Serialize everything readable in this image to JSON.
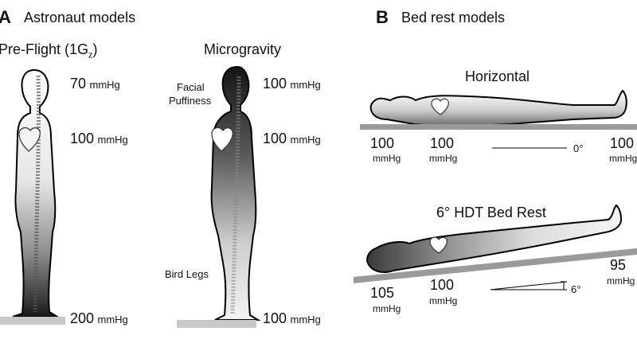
{
  "panel_a": {
    "letter": "A",
    "title": "Astronaut models",
    "left_title_prefix": "Pre-Flight (1G",
    "left_title_sub": "z",
    "left_title_suffix": ")",
    "right_title": "Microgravity",
    "left_pressures": [
      {
        "value": "70",
        "unit": "mmHg"
      },
      {
        "value": "100",
        "unit": "mmHg"
      },
      {
        "value": "200",
        "unit": "mmHg"
      }
    ],
    "right_pressures": [
      {
        "value": "100",
        "unit": "mmHg"
      },
      {
        "value": "100",
        "unit": "mmHg"
      },
      {
        "value": "100",
        "unit": "mmHg"
      }
    ],
    "facial_label_line1": "Facial",
    "facial_label_line2": "Puffiness",
    "bird_legs_label": "Bird Legs"
  },
  "panel_b": {
    "letter": "B",
    "title": "Bed rest models",
    "horizontal": {
      "title": "Horizontal",
      "pressures": [
        {
          "value": "100",
          "unit": "mmHg"
        },
        {
          "value": "100",
          "unit": "mmHg"
        },
        {
          "value": "100",
          "unit": "mmHg"
        }
      ],
      "angle_label": "0°"
    },
    "hdt": {
      "title": "6° HDT Bed Rest",
      "pressures": [
        {
          "value": "105",
          "unit": "mmHg"
        },
        {
          "value": "100",
          "unit": "mmHg"
        },
        {
          "value": "95",
          "unit": "mmHg"
        }
      ],
      "angle_label": "6°"
    }
  }
}
